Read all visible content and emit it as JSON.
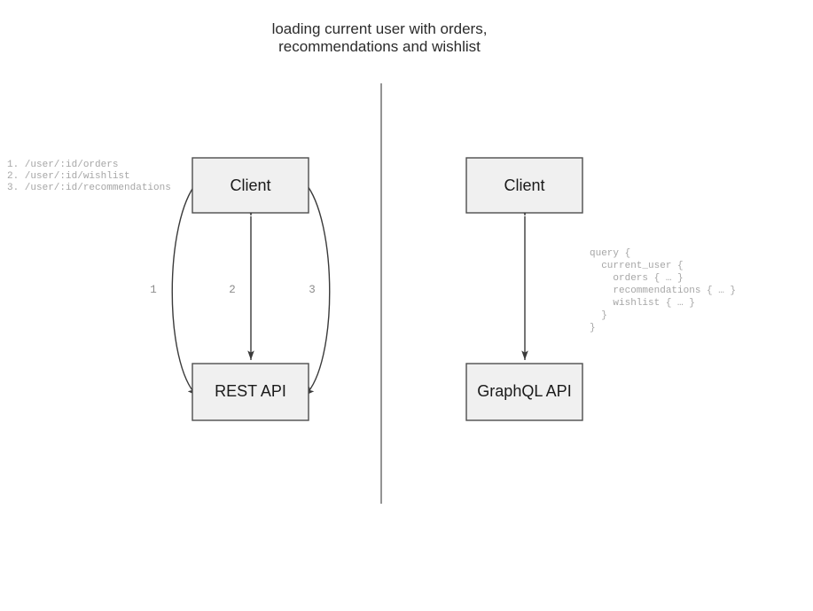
{
  "title": {
    "line1": "loading current user with orders,",
    "line2": "recommendations and wishlist"
  },
  "rest_side": {
    "client_label": "Client",
    "api_label": "REST API",
    "endpoints": [
      "1. /user/:id/orders",
      "2. /user/:id/wishlist",
      "3. /user/:id/recommendations"
    ],
    "edge_numbers": [
      "1",
      "2",
      "3"
    ]
  },
  "graphql_side": {
    "client_label": "Client",
    "api_label": "GraphQL API",
    "query_lines": [
      "query {",
      "  current_user {",
      "    orders { … }",
      "    recommendations { … }",
      "    wishlist { … }",
      "  }",
      "}"
    ]
  },
  "colors": {
    "box_fill": "#f0f0f0",
    "box_stroke": "#4d4d4d",
    "edge_stroke": "#3a3a3a",
    "code_text": "#a6a6a6",
    "number_text": "#8c8c8c",
    "divider": "#5a5a5a",
    "background": "#ffffff"
  }
}
